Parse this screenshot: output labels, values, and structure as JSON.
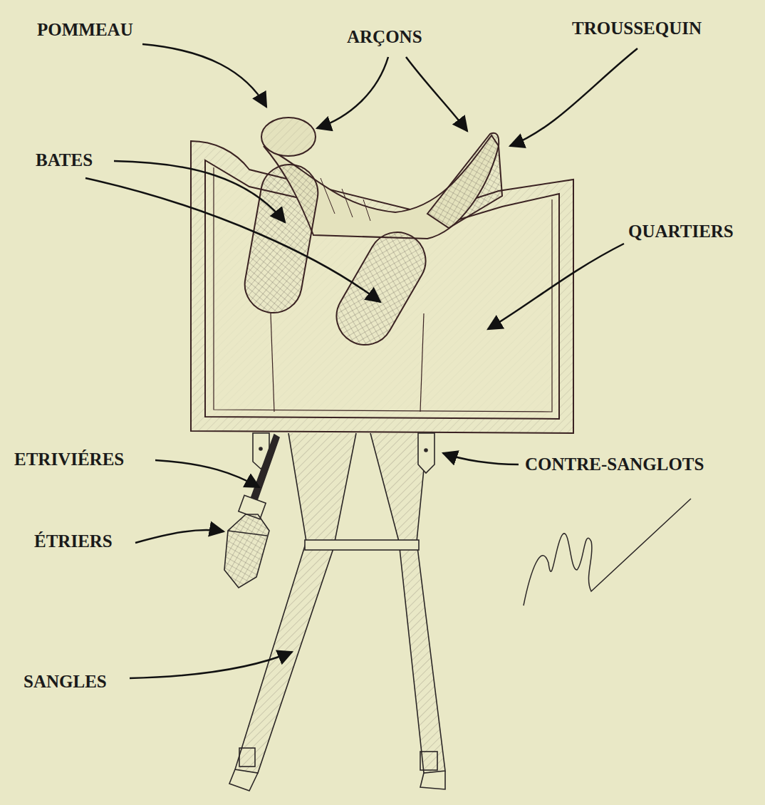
{
  "diagram": {
    "labels": [
      "POMMEAU",
      "ARÇONS",
      "TROUSSEQUIN",
      "BATES",
      "QUARTIERS",
      "ETRIVIÉRES",
      "CONTRE-SANGLOTS",
      "ÉTRIERS",
      "SANGLES"
    ]
  }
}
